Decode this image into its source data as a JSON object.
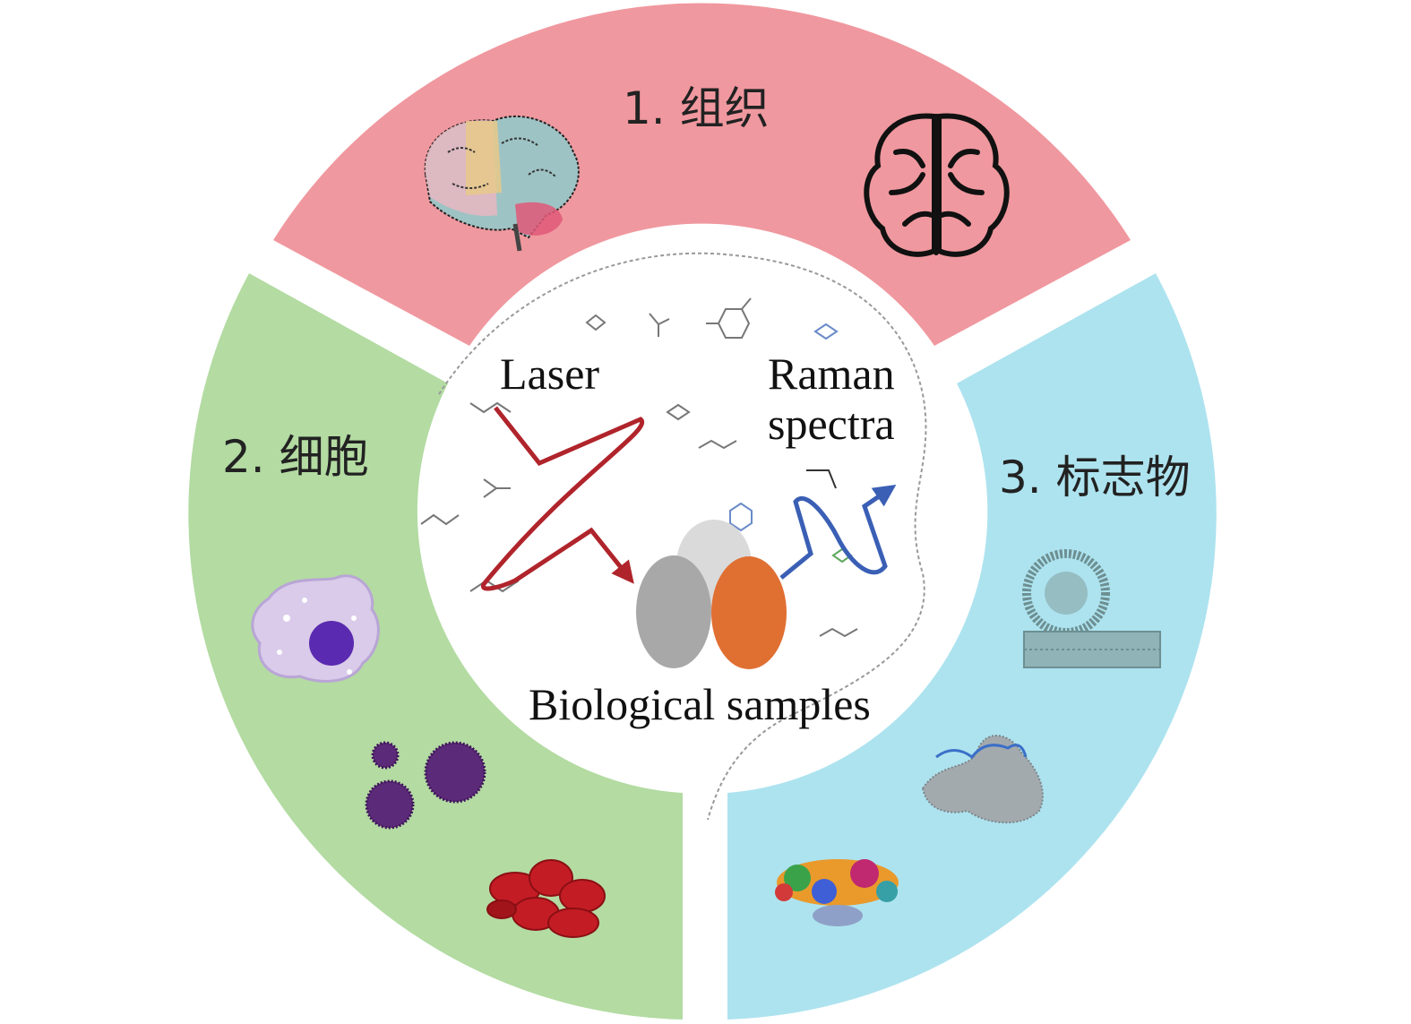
{
  "colors": {
    "tissue": "#f0989f",
    "cell": "#b3dba2",
    "biomarker": "#ade3ef",
    "laser": "#b0242b",
    "raman": "#3a5fb5",
    "sample_gray": "#a8a8a8",
    "sample_light": "#dadada",
    "sample_orange": "#e06f32"
  },
  "sectors": {
    "tissue": {
      "label": "1. 组织",
      "icons": [
        "brain-anatomy-icon",
        "brain-outline-icon"
      ]
    },
    "cell": {
      "label": "2. 细胞",
      "icons": [
        "macrophage-cell-icon",
        "virus-icon",
        "red-blood-cells-icon"
      ]
    },
    "biomarker": {
      "label": "3. 标志物",
      "icons": [
        "liposome-icon",
        "protein-structure-icon",
        "enzyme-complex-icon"
      ]
    }
  },
  "center": {
    "laser_label": "Laser",
    "raman_label_line1": "Raman",
    "raman_label_line2": "spectra",
    "samples_label": "Biological samples"
  }
}
